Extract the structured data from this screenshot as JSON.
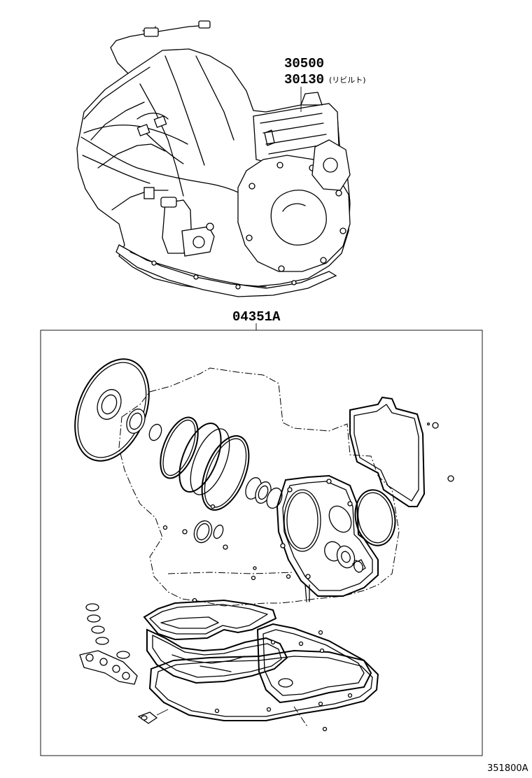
{
  "callouts": {
    "assembly_part_1": "30500",
    "assembly_part_2": "30130",
    "assembly_part_2_note": "(リビルト)",
    "gasket_kit_part": "04351A"
  },
  "figure_code": "351800A"
}
